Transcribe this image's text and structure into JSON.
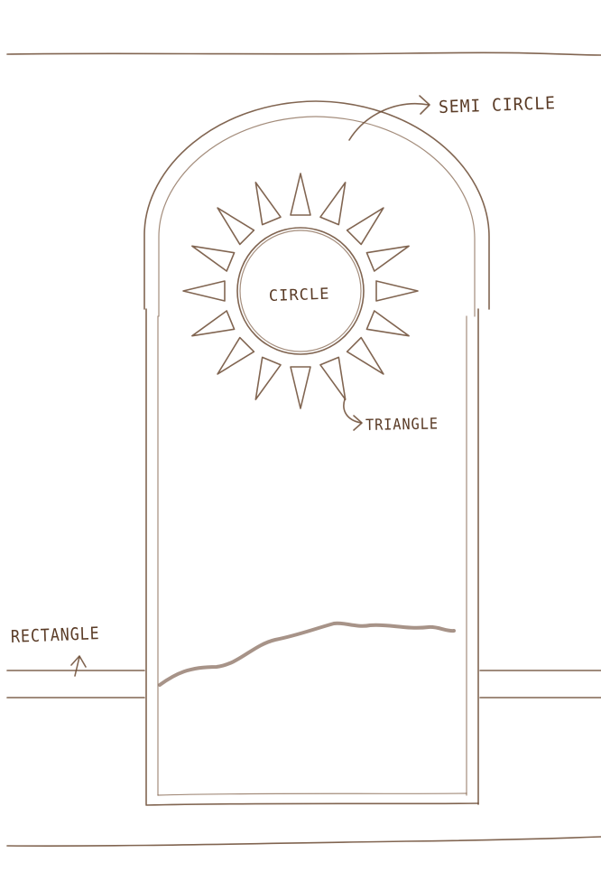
{
  "labels": {
    "semi_circle": "SEMI CIRCLE",
    "circle": "CIRCLE",
    "triangle": "TRIANGLE",
    "rectangle": "RECTANGLE"
  },
  "colors": {
    "pencil": "#6b4a32",
    "ground": "#8a6f60",
    "paper": "#ffffff"
  }
}
